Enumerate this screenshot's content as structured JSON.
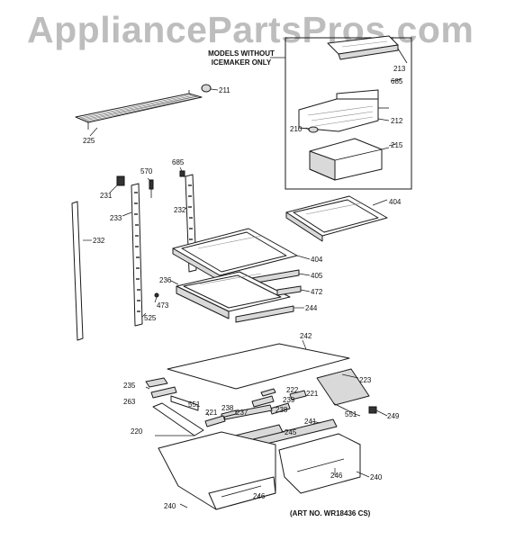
{
  "watermark": "AppliancePartsPros.com",
  "inset_title": "MODELS WITHOUT ICEMAKER ONLY",
  "art_number": "(ART NO. WR18436 CS)",
  "callouts": {
    "c211": "211",
    "c213": "213",
    "c685a": "685",
    "c212": "212",
    "c210": "210",
    "c215": "215",
    "c225": "225",
    "c570": "570",
    "c685b": "685",
    "c231": "231",
    "c233": "233",
    "c232a": "232",
    "c232b": "232",
    "c404a": "404",
    "c404b": "404",
    "c405": "405",
    "c236": "236",
    "c472": "472",
    "c473": "473",
    "c525": "525",
    "c244": "244",
    "c242": "242",
    "c235": "235",
    "c222": "222",
    "c221a": "221",
    "c223": "223",
    "c263": "263",
    "c551a": "551",
    "c239": "239",
    "c221b": "221",
    "c238a": "238",
    "c238b": "238",
    "c237": "237",
    "c551b": "551",
    "c249": "249",
    "c220": "220",
    "c241": "241",
    "c245": "245",
    "c246a": "246",
    "c246b": "246",
    "c240a": "240",
    "c240b": "240"
  }
}
